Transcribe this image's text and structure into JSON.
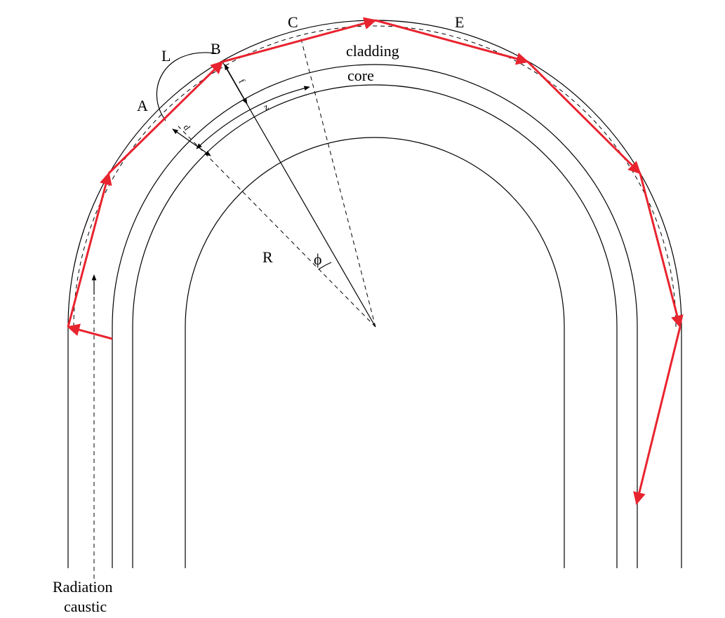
{
  "labels": {
    "A": "A",
    "B": "B",
    "C": "C",
    "E": "E",
    "L": "L",
    "R": "R",
    "phi": "ϕ",
    "cladding": "cladding",
    "core": "core",
    "d": "d",
    "f": "f",
    "z": "z",
    "radiation_line1": "Radiation",
    "radiation_line2": "caustic"
  },
  "colors": {
    "ray": "#e8242f",
    "lines": "#000000"
  }
}
